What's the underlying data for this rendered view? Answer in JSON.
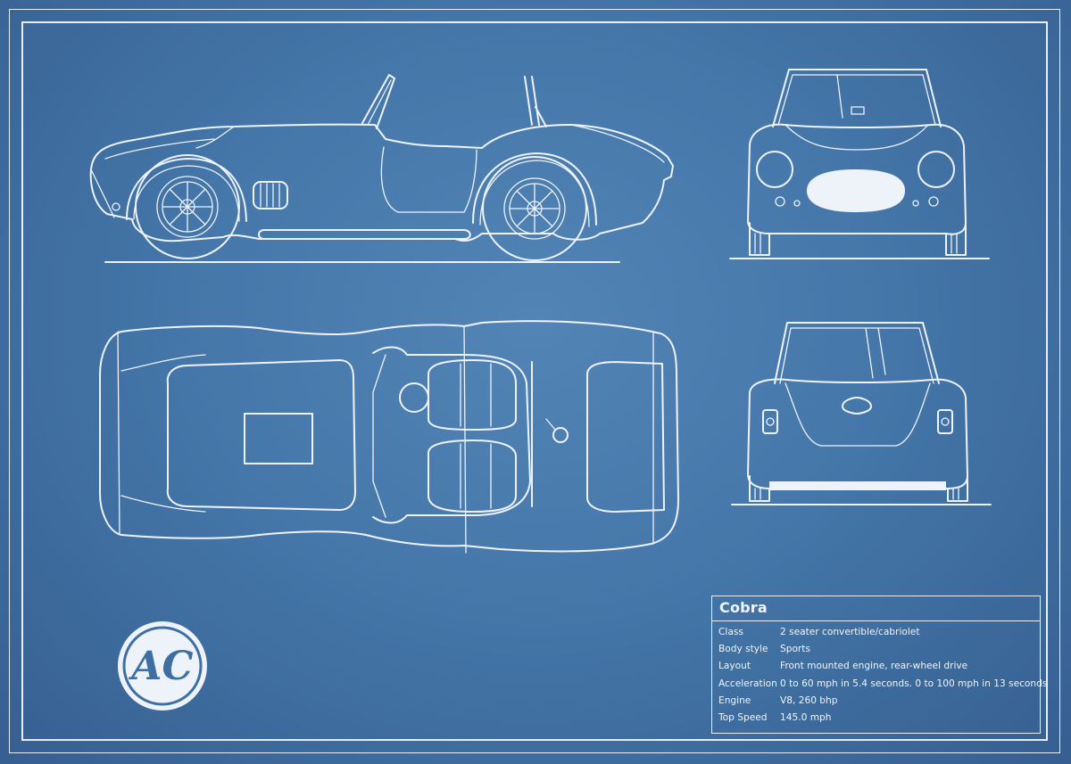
{
  "spec_sheet": {
    "title": "Cobra",
    "rows": [
      {
        "label": "Class",
        "value": "2 seater convertible/cabriolet"
      },
      {
        "label": "Body style",
        "value": "Sports"
      },
      {
        "label": "Layout",
        "value": "Front mounted engine, rear-wheel drive"
      },
      {
        "label": "Acceleration",
        "value": "0 to 60 mph in 5.4 seconds. 0 to 100 mph in 13 seconds"
      },
      {
        "label": "Engine",
        "value": "V8, 260 bhp"
      },
      {
        "label": "Top Speed",
        "value": "145.0 mph"
      }
    ]
  },
  "logo": {
    "text": "AC"
  },
  "colors": {
    "background": "#4577aa",
    "line": "#eef3fa"
  }
}
